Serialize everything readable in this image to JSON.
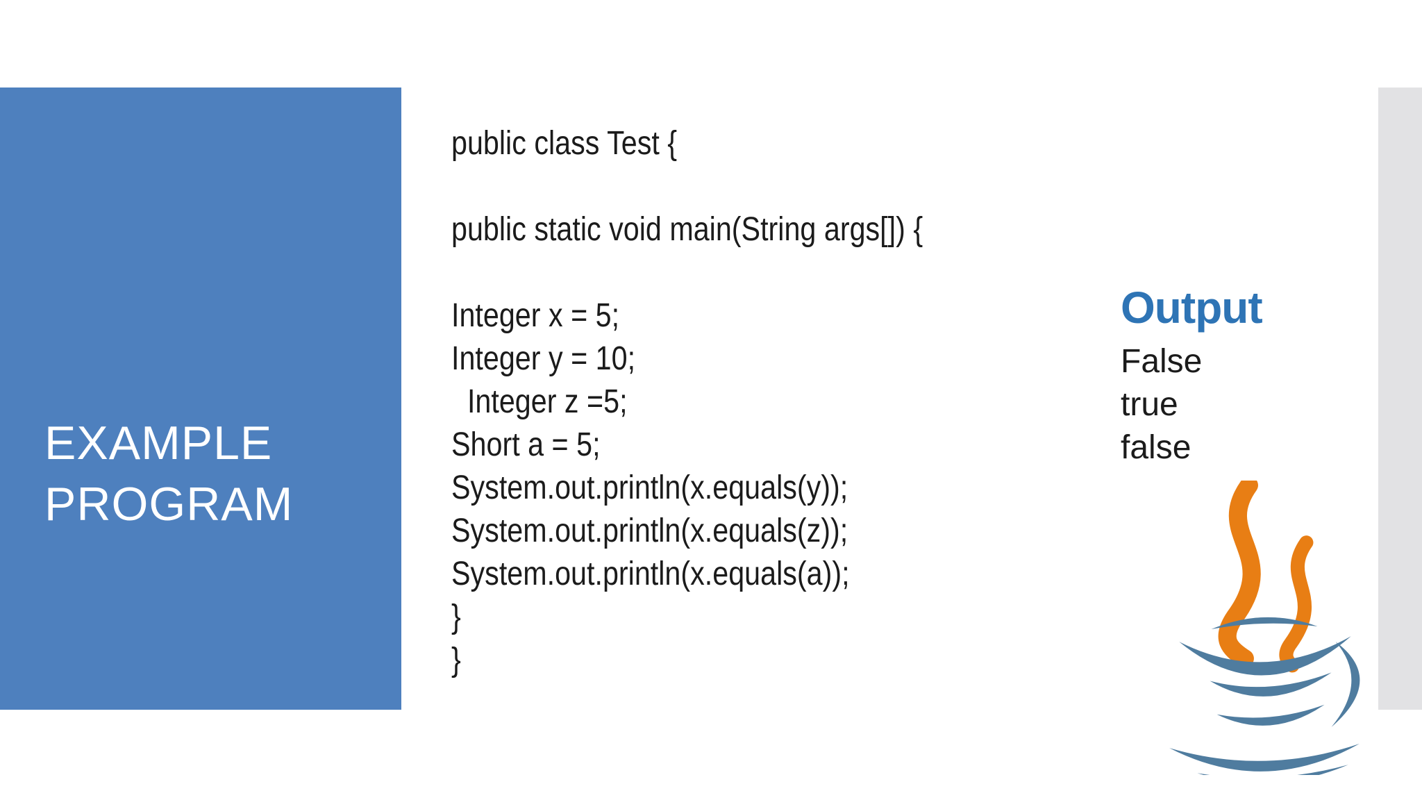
{
  "slide": {
    "title": "EXAMPLE PROGRAM",
    "code": {
      "lines": [
        "public class Test {",
        "",
        "public static void main(String args[]) {",
        "",
        "Integer x = 5;",
        "Integer y = 10;",
        "  Integer z =5;",
        "Short a = 5;",
        "System.out.println(x.equals(y));",
        "System.out.println(x.equals(z));",
        "System.out.println(x.equals(a));",
        "}",
        "}"
      ]
    },
    "output": {
      "heading": "Output",
      "values": [
        "False",
        "true",
        "false"
      ]
    },
    "icons": {
      "java_logo": "java-coffee-cup-logo"
    },
    "colors": {
      "panel_blue": "#4E80BE",
      "heading_blue": "#2E74B5",
      "strip_gray": "#E2E2E4",
      "steam_orange": "#E87E14",
      "cup_blue": "#4F7C9F",
      "code_text": "#1B1B1B"
    }
  }
}
